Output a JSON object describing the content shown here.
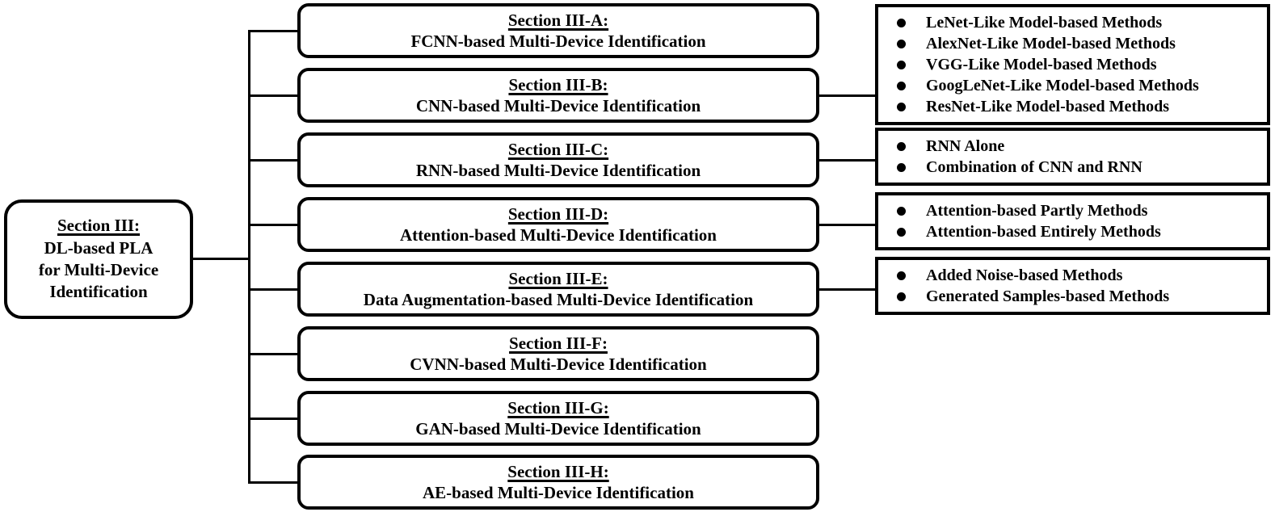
{
  "diagram": {
    "title": "DL-based PLA for Multi-Device Identification taxonomy",
    "colors": {
      "stroke": "#000000",
      "background": "#ffffff",
      "text": "#000000"
    }
  },
  "root": {
    "title": "Section III:",
    "lines": [
      "DL-based PLA",
      "for Multi-Device",
      "Identification"
    ]
  },
  "sections": [
    {
      "id": "III-A",
      "title": "Section III-A:",
      "description": "FCNN-based Multi-Device Identification"
    },
    {
      "id": "III-B",
      "title": "Section III-B:",
      "description": "CNN-based Multi-Device Identification"
    },
    {
      "id": "III-C",
      "title": "Section III-C:",
      "description": "RNN-based Multi-Device Identification"
    },
    {
      "id": "III-D",
      "title": "Section III-D:",
      "description": "Attention-based Multi-Device Identification"
    },
    {
      "id": "III-E",
      "title": "Section III-E:",
      "description": "Data Augmentation-based Multi-Device Identification"
    },
    {
      "id": "III-F",
      "title": "Section III-F:",
      "description": "CVNN-based Multi-Device Identification"
    },
    {
      "id": "III-G",
      "title": "Section III-G:",
      "description": "GAN-based Multi-Device Identification"
    },
    {
      "id": "III-H",
      "title": "Section III-H:",
      "description": "AE-based Multi-Device Identification"
    }
  ],
  "bullet_groups": [
    {
      "parent": "III-B",
      "items": [
        "LeNet-Like Model-based Methods",
        "AlexNet-Like Model-based Methods",
        "VGG-Like Model-based Methods",
        "GoogLeNet-Like Model-based Methods",
        "ResNet-Like Model-based Methods"
      ]
    },
    {
      "parent": "III-C",
      "items": [
        "RNN Alone",
        "Combination of CNN and RNN"
      ]
    },
    {
      "parent": "III-D",
      "items": [
        "Attention-based Partly Methods",
        "Attention-based Entirely Methods"
      ]
    },
    {
      "parent": "III-E",
      "items": [
        "Added Noise-based Methods",
        "Generated Samples-based Methods"
      ]
    }
  ]
}
